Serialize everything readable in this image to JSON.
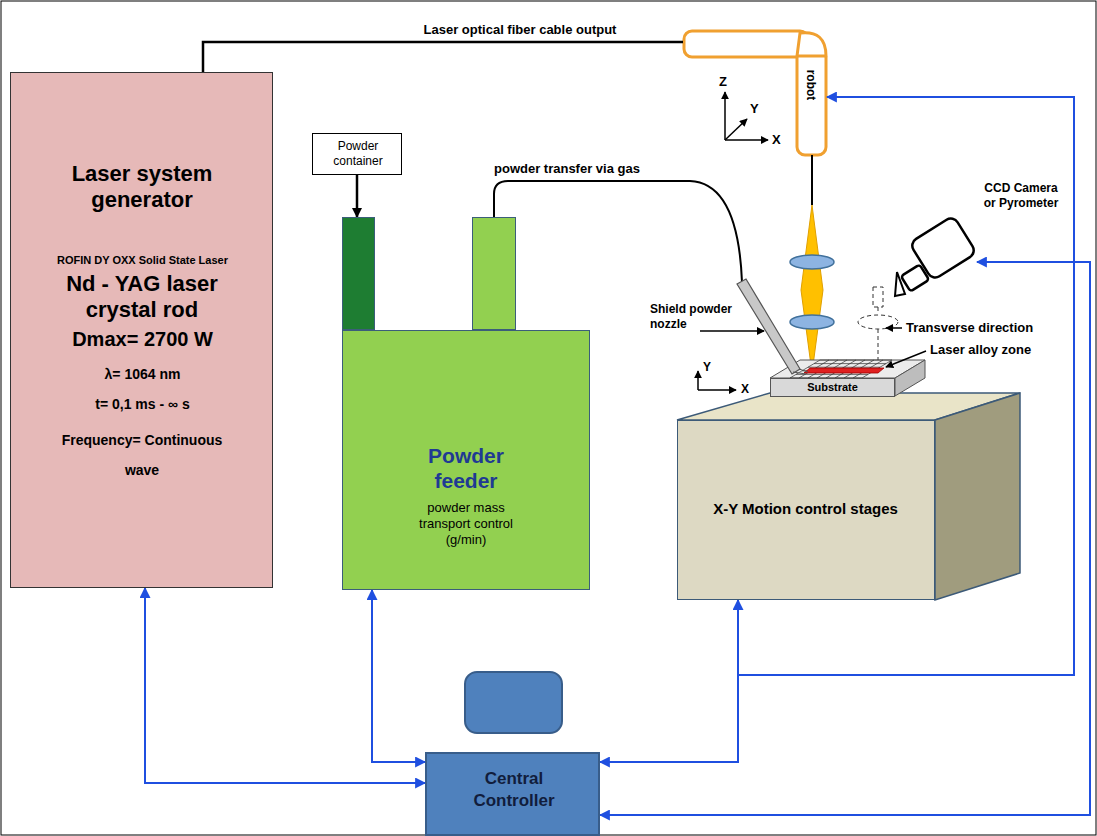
{
  "diagram": {
    "nodes": [
      {
        "text": [
          "Laser system generator",
          "ROFIN DY OXX Solid State Laser",
          "Nd - YAG laser crystal rod",
          "Dmax= 2700 W",
          "λ= 1064 nm",
          "t= 0,1 ms - ∞ s",
          "Frequency= Continuous wave"
        ]
      },
      {
        "text": [
          "Powder container"
        ]
      },
      {
        "text": [
          "Powder feeder",
          "powder mass transport control (g/min)"
        ]
      },
      {
        "text": [
          "robot"
        ]
      },
      {
        "text": [
          "CCD Camera or Pyrometer"
        ]
      },
      {
        "text": [
          "Substrate"
        ]
      },
      {
        "text": [
          "X-Y Motion control stages"
        ]
      },
      {
        "text": [
          "Central Controller"
        ]
      }
    ],
    "edges": [
      {
        "from": 0,
        "to": 3,
        "arrow": "none",
        "label": "Laser optical fiber cable output"
      },
      {
        "from": 1,
        "to": 2,
        "arrow": "to"
      },
      {
        "from": 7,
        "to": 0,
        "arrow": "both"
      },
      {
        "from": 7,
        "to": 2,
        "arrow": "both"
      },
      {
        "from": 7,
        "to": 6,
        "arrow": "both"
      },
      {
        "from": 7,
        "to": 3,
        "arrow": "to"
      },
      {
        "from": 7,
        "to": 4,
        "arrow": "both"
      }
    ],
    "labels": [
      "powder transfer via gas",
      "Z",
      "Y",
      "X",
      "Shield powder nozzle",
      "Transverse direction",
      "Laser alloy zone",
      "Y",
      "X"
    ]
  }
}
